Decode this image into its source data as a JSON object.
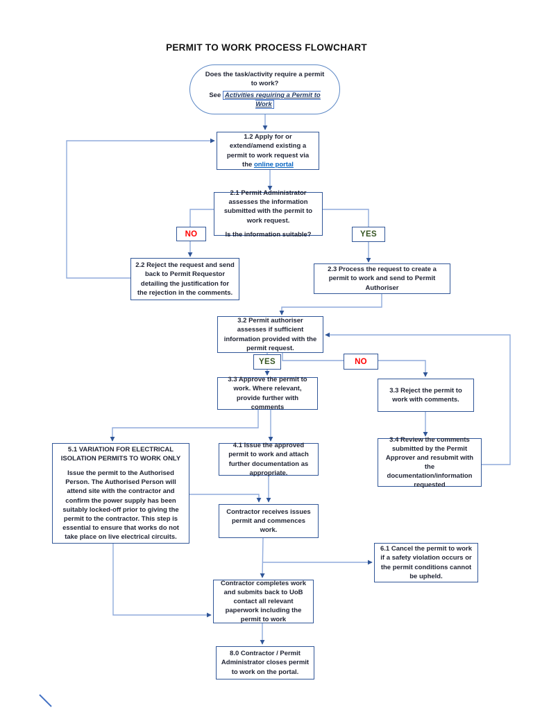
{
  "page": {
    "title": "PERMIT TO WORK PROCESS FLOWCHART"
  },
  "colors": {
    "box_border": "#2F5597",
    "connector_line": "#8FAADC",
    "arrowhead": "#2F5597",
    "no_label": "#FF0000",
    "yes_label": "#375623",
    "hyperlink": "#0563C1",
    "boxed_link": "#1F3864"
  },
  "nodes": {
    "start": {
      "question": "Does the task/activity require a permit to work?",
      "see_prefix": "See ",
      "link_label": "Activities requiring a Permit to Work"
    },
    "step_1_2": {
      "prefix": "1.2 Apply for or extend/amend existing  a permit to work request via the ",
      "link_label": "online portal"
    },
    "step_2_1": {
      "line1": "2.1 Permit Administrator assesses the information submitted with the permit to work request.",
      "line2": "Is the information suitable?"
    },
    "step_2_2": {
      "text": "2.2 Reject the request and send back to Permit Requestor detailing the justification for the rejection in the comments."
    },
    "step_2_3": {
      "text": "2.3 Process the request to create a permit to work and send to Permit Authoriser"
    },
    "step_3_2": {
      "text": "3.2 Permit authoriser assesses if sufficient information provided with the permit request."
    },
    "step_3_3_approve": {
      "text": "3.3 Approve the permit to work. Where relevant, provide further with comments"
    },
    "step_3_3_reject": {
      "text": "3.3 Reject the permit to work with comments."
    },
    "step_3_4": {
      "text": "3.4 Review the comments submitted by the Permit Approver and resubmit with the documentation/information requested"
    },
    "step_5_1": {
      "heading": "5.1 VARIATION FOR ELECTRICAL ISOLATION PERMITS TO WORK ONLY",
      "body": "Issue the permit to the Authorised Person.  The Authorised Person will attend site with the contractor and confirm the power supply has been suitably locked-off prior to giving the permit to the contractor.  This step is essential to ensure that works do not take place on live electrical circuits."
    },
    "step_4_1": {
      "text": "4.1 Issue the approved permit to work and attach further documentation as appropriate."
    },
    "contractor_receives": {
      "text": "Contractor receives issues permit and commences work."
    },
    "step_6_1": {
      "text": "6.1 Cancel the permit to work if a safety violation occurs or the permit conditions cannot be upheld."
    },
    "contractor_completes": {
      "text": "Contractor completes work and submits back to UoB contact all relevant paperwork including the permit to work"
    },
    "step_8_0": {
      "text": "8.0 Contractor / Permit Administrator closes permit to work on the portal."
    }
  },
  "decision_labels": {
    "info_no": "NO",
    "info_yes": "YES",
    "auth_yes": "YES",
    "auth_no": "NO"
  }
}
